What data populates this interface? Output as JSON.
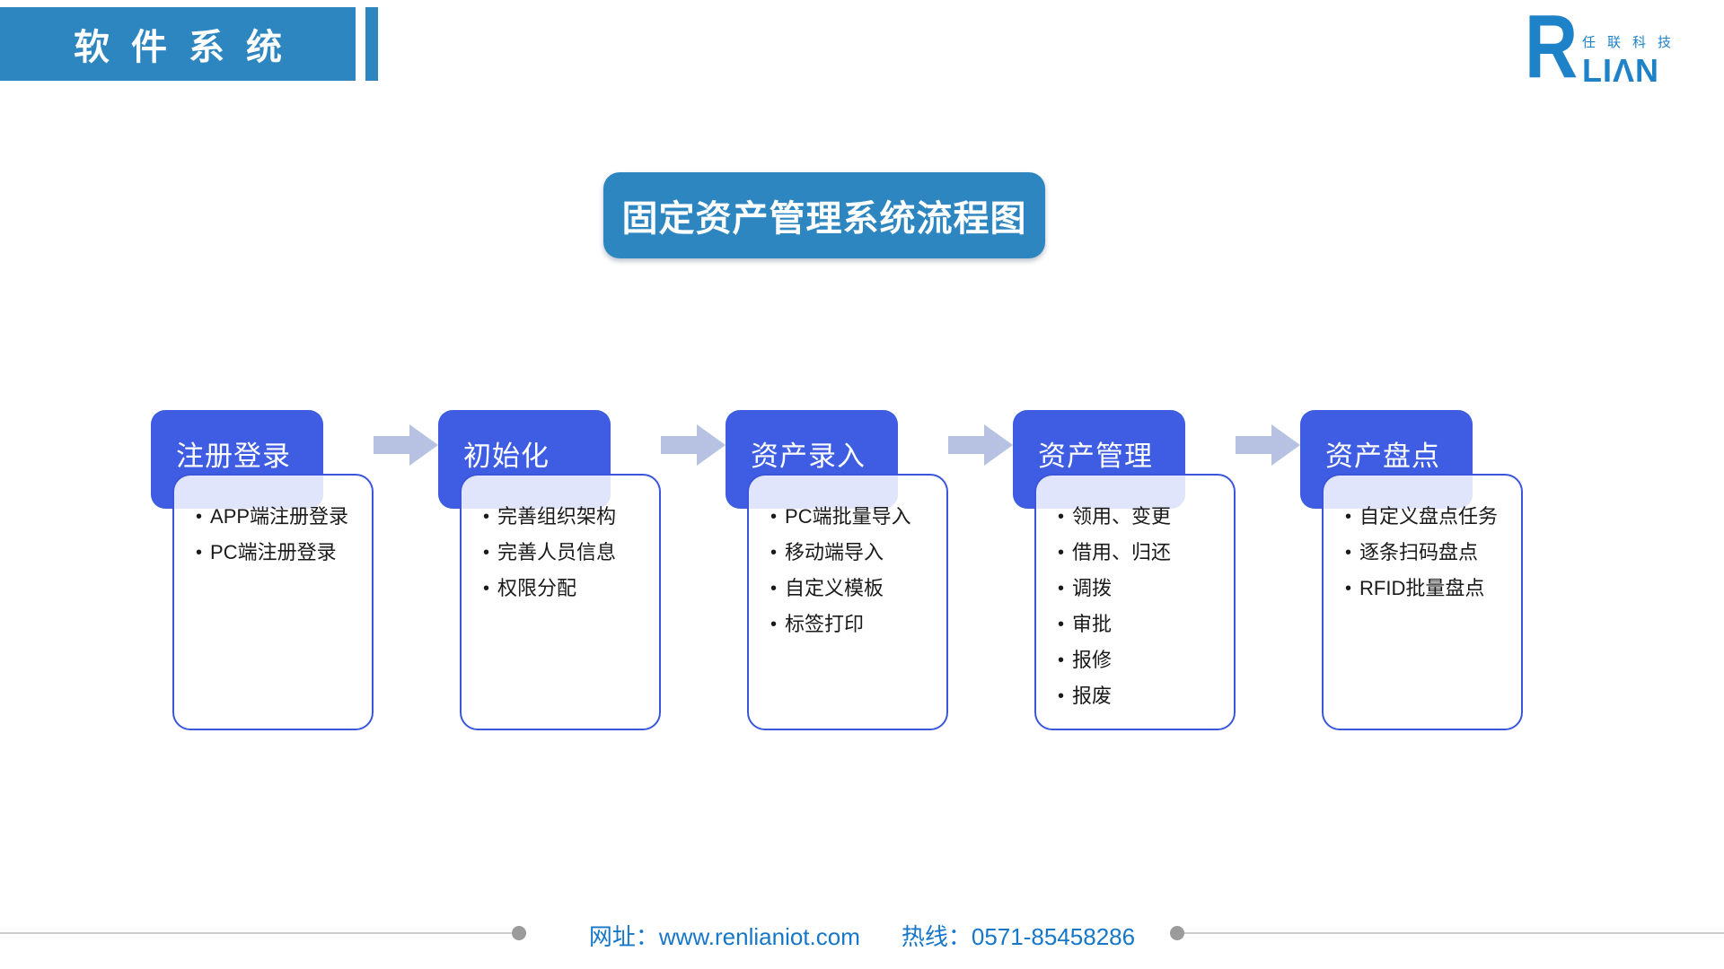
{
  "header": {
    "title": "软件系统"
  },
  "logo": {
    "r": "R",
    "lian": "LIΛN",
    "subtext": "任联科技"
  },
  "banner": {
    "title": "固定资产管理系统流程图"
  },
  "flow": {
    "steps": [
      {
        "label": "注册登录",
        "items": [
          "APP端注册登录",
          "PC端注册登录"
        ]
      },
      {
        "label": "初始化",
        "items": [
          "完善组织架构",
          "完善人员信息",
          "权限分配"
        ]
      },
      {
        "label": "资产录入",
        "items": [
          "PC端批量导入",
          "移动端导入",
          "自定义模板",
          "标签打印"
        ]
      },
      {
        "label": "资产管理",
        "items": [
          "领用、变更",
          "借用、归还",
          "调拨",
          "审批",
          "报修",
          "报废"
        ]
      },
      {
        "label": "资产盘点",
        "items": [
          "自定义盘点任务",
          "逐条扫码盘点",
          "RFID批量盘点"
        ]
      }
    ],
    "bullet_glyph": "•"
  },
  "footer": {
    "website": "网址：www.renlianiot.com",
    "hotline": "热线：0571-85458286"
  },
  "colors": {
    "topbar_blue": "#2E86C1",
    "banner_blue": "#2E86C1",
    "step_header_blue": "#3E5DE2",
    "step_border_blue": "#3A57DC",
    "arrow_gray_blue": "#B7C2E3",
    "logo_blue": "#1E82C8",
    "footer_text_blue": "#1677C8",
    "footer_line_gray": "#CDCDCD",
    "footer_dot_gray": "#9B9B9B"
  }
}
